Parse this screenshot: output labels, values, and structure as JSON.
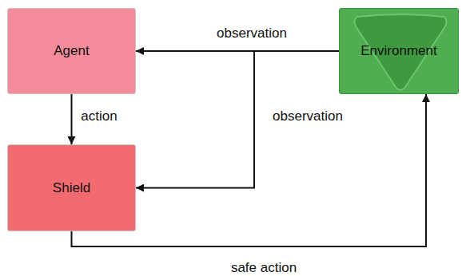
{
  "diagram": {
    "nodes": [
      {
        "text": [
          "Agent"
        ]
      },
      {
        "text": [
          "Shield"
        ]
      },
      {
        "text": [
          "Environment"
        ]
      }
    ],
    "edges": [
      {
        "from": 2,
        "to": 0,
        "label": "observation",
        "arrow": "to"
      },
      {
        "from": 2,
        "to": 1,
        "label": "observation",
        "arrow": "to"
      },
      {
        "from": 0,
        "to": 1,
        "label": "action",
        "arrow": "to"
      },
      {
        "from": 1,
        "to": 2,
        "label": "safe action",
        "arrow": "to"
      }
    ]
  }
}
